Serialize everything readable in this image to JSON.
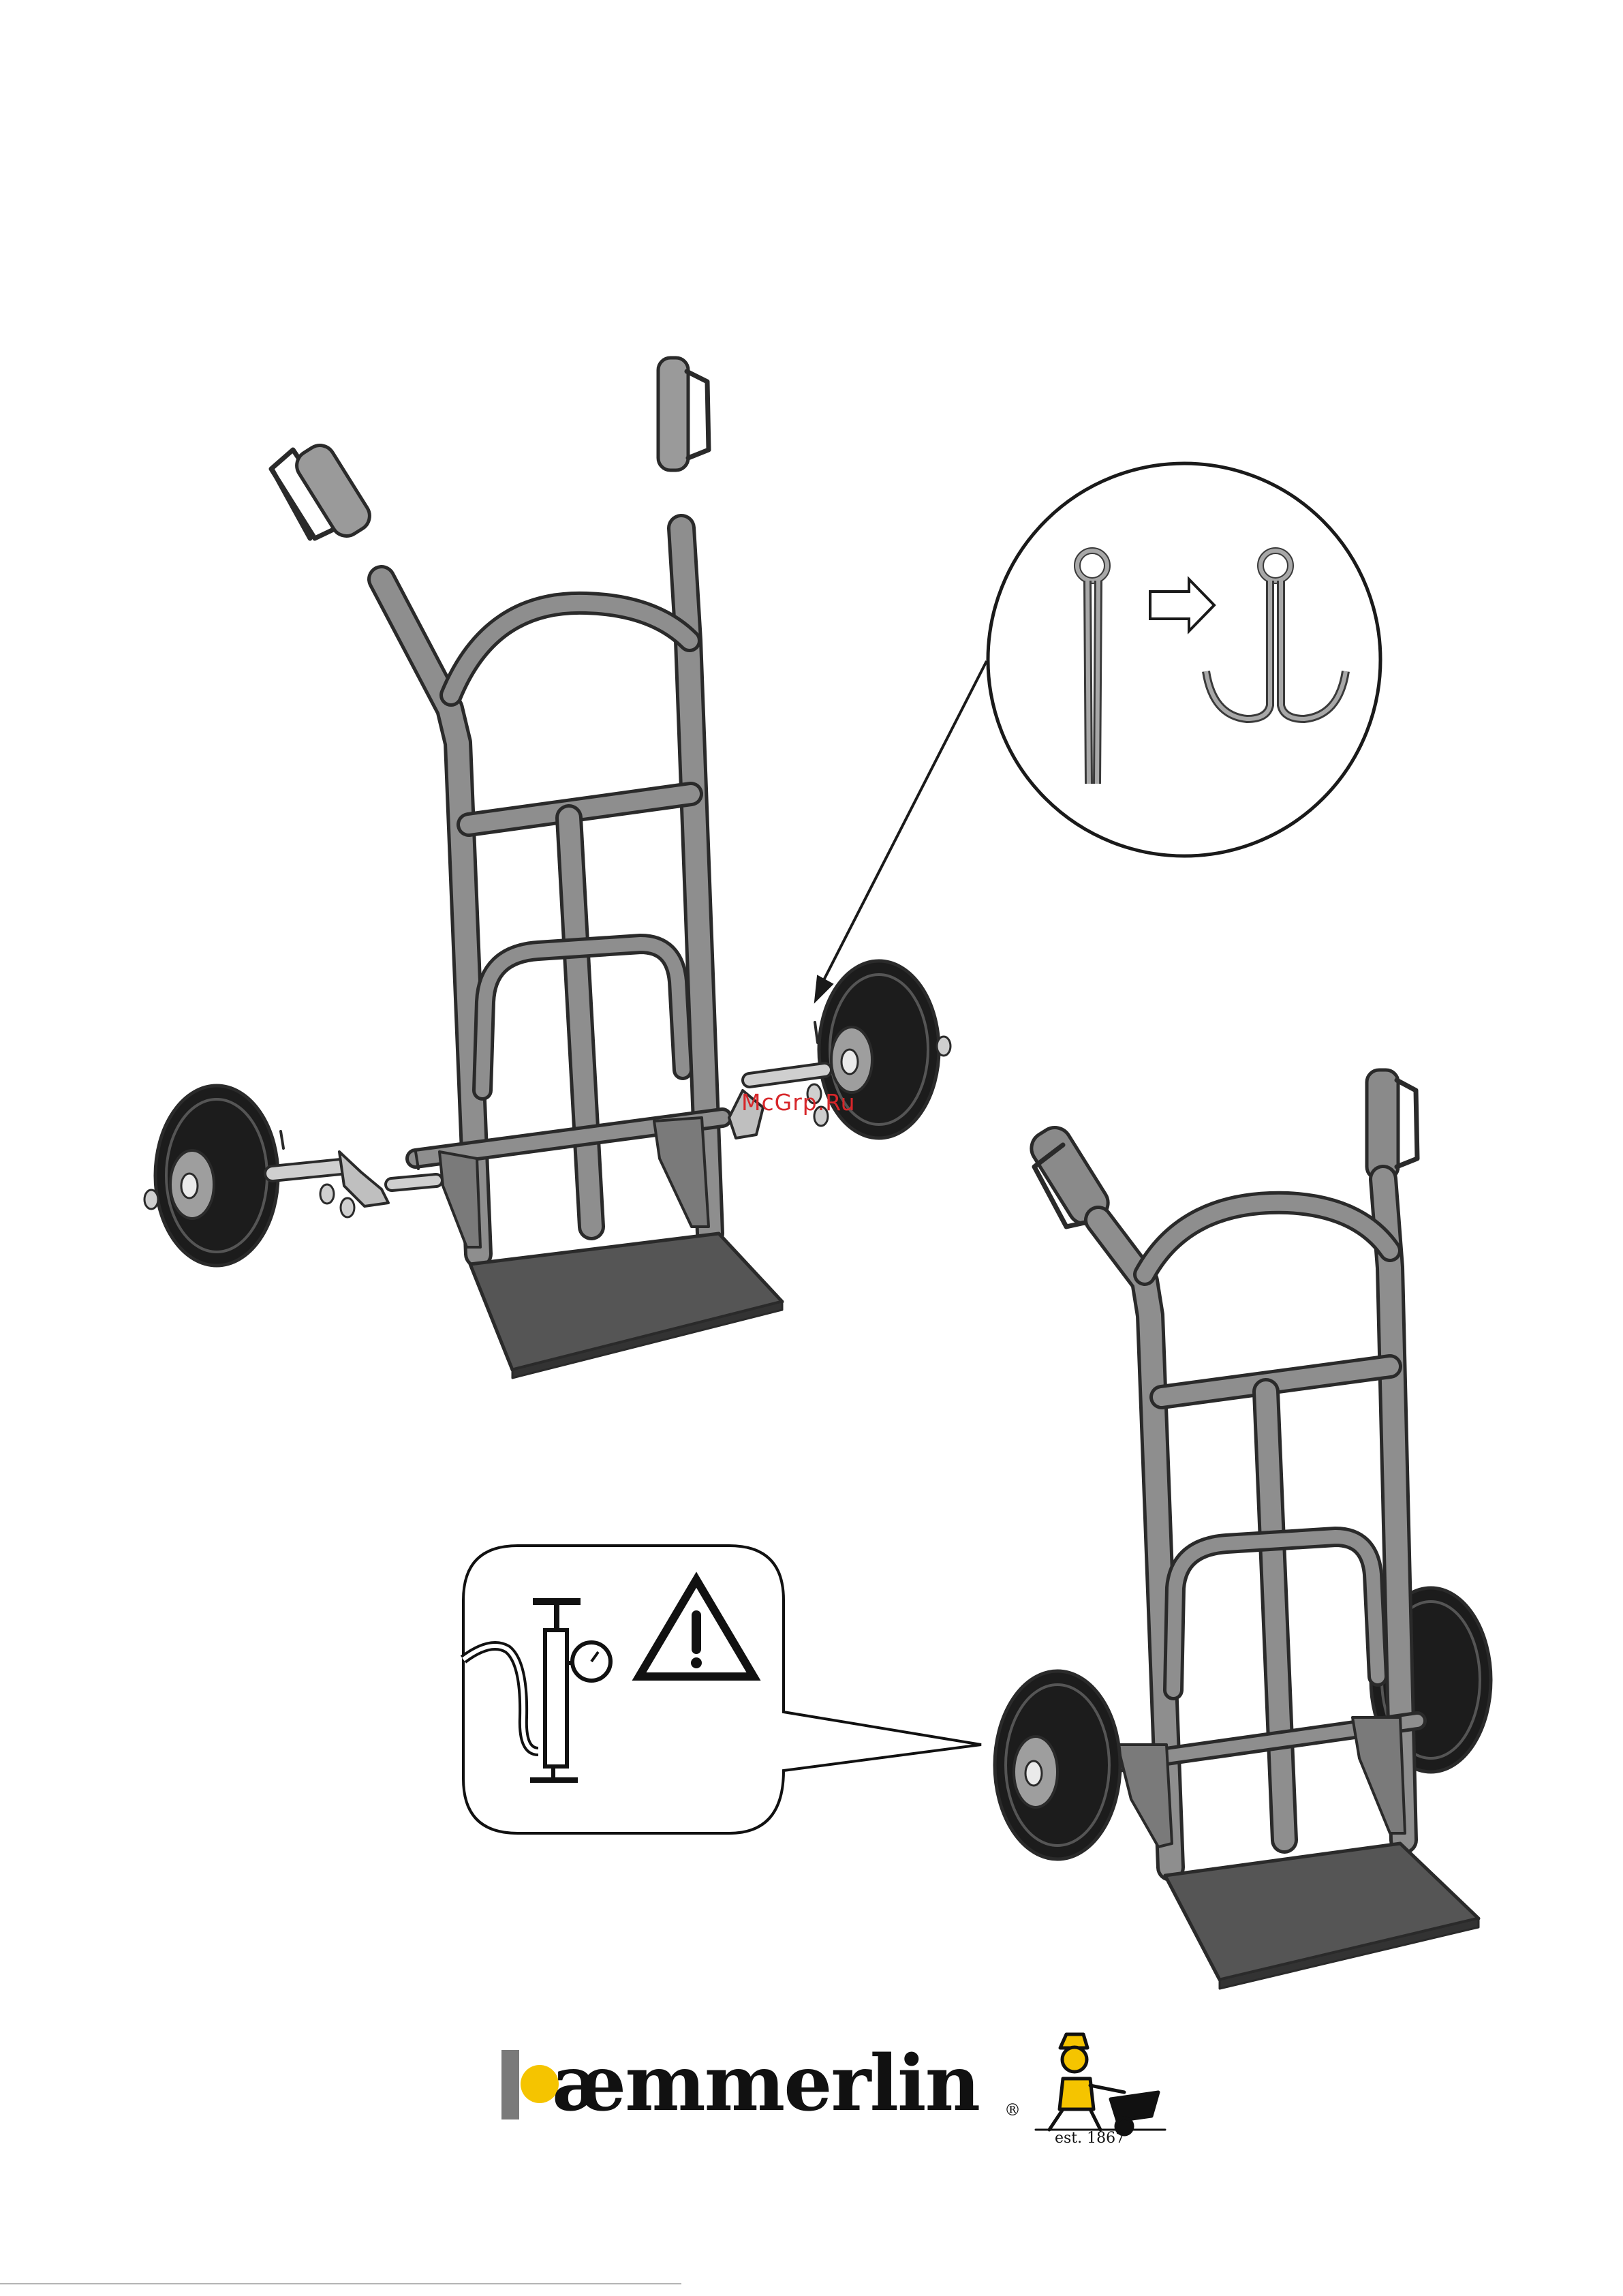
{
  "watermark": {
    "text": "McGrp.Ru",
    "color": "#d7262a"
  },
  "brand": {
    "name": "æmmerlin",
    "registered_mark": "®",
    "established": "est. 1867",
    "accent_color": "#f5c400",
    "bar_color": "#7a7a7a"
  },
  "figures": {
    "exploded_trolley": {
      "icon": "hand-truck-exploded-icon"
    },
    "cotter_pin_detail": {
      "icon": "cotter-pin-bend-icon"
    },
    "assembled_trolley": {
      "icon": "hand-truck-assembled-icon"
    },
    "pressure_note": {
      "icon": "tyre-pump-pressure-warning-icon"
    }
  },
  "colors": {
    "frame": "#8e8e8e",
    "frame_outline": "#2a2a2a",
    "tyre": "#1c1c1c",
    "plate": "#555555"
  }
}
